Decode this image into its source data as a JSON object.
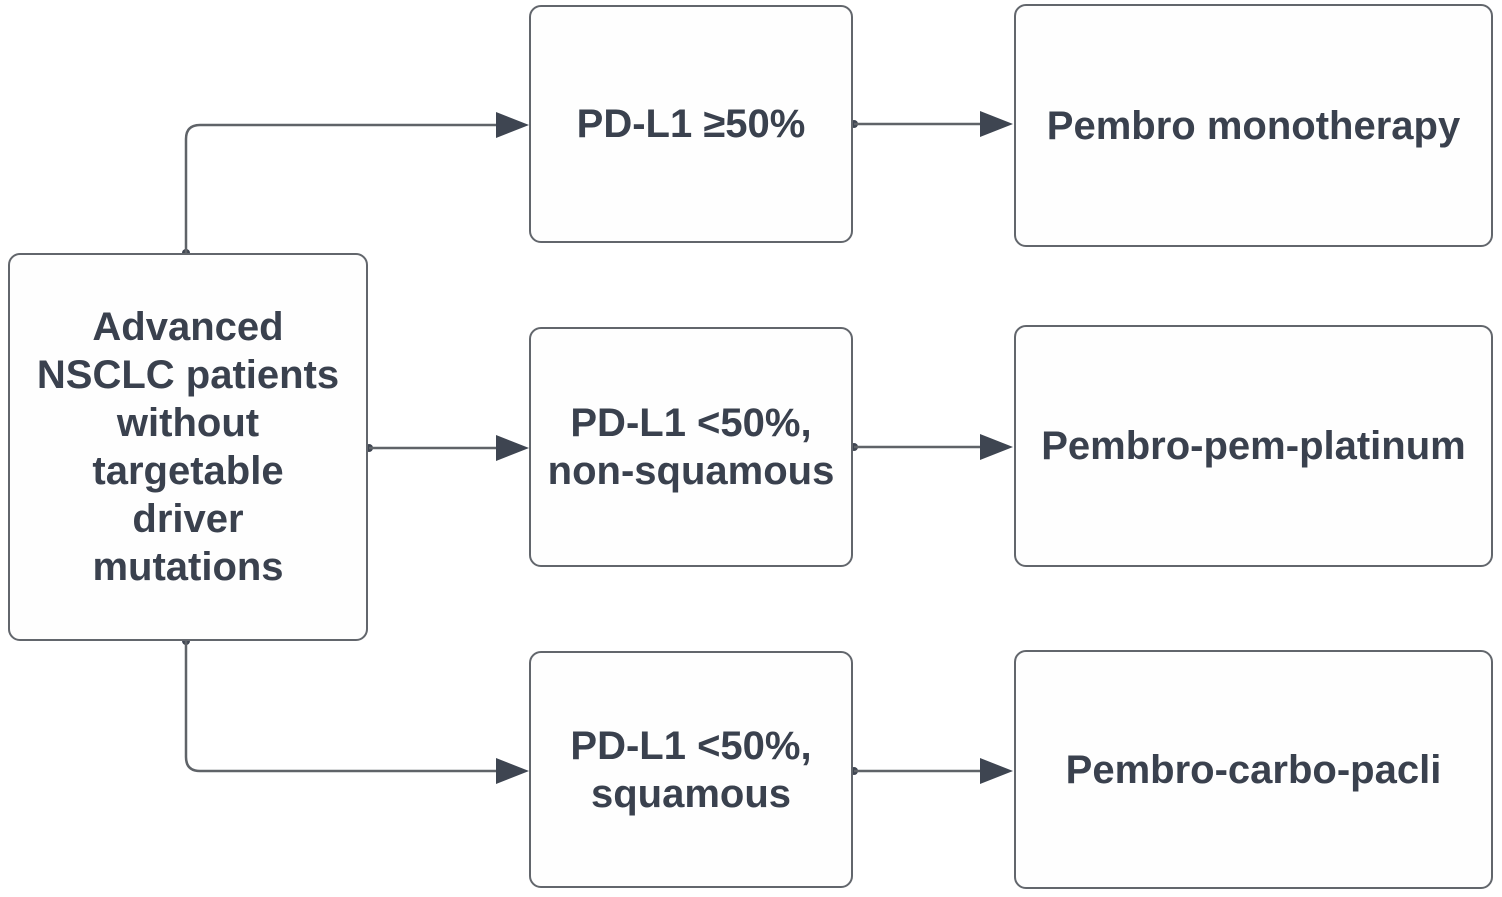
{
  "flowchart": {
    "root": {
      "label": "Advanced\nNSCLC patients\nwithout\ntargetable\ndriver\nmutations"
    },
    "branches": [
      {
        "condition": "PD-L1 ≥50%",
        "treatment": "Pembro monotherapy"
      },
      {
        "condition": "PD-L1 <50%,\nnon-squamous",
        "treatment": "Pembro-pem-platinum"
      },
      {
        "condition": "PD-L1 <50%,\nsquamous",
        "treatment": "Pembro-carbo-pacli"
      }
    ]
  },
  "theme": {
    "background": "#ffffff",
    "node_fill": "#fefefe",
    "node_border": "#62666c",
    "text_color": "#3a414e",
    "line_color": "#5f6368",
    "arrow_color": "#3e4551"
  }
}
